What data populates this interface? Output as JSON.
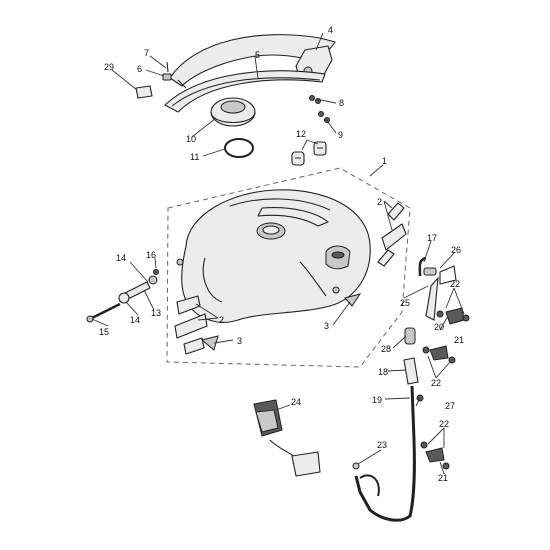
{
  "callouts": [
    {
      "id": "c1",
      "label": "1"
    },
    {
      "id": "c2a",
      "label": "2"
    },
    {
      "id": "c2b",
      "label": "2"
    },
    {
      "id": "c3a",
      "label": "3"
    },
    {
      "id": "c3b",
      "label": "3"
    },
    {
      "id": "c4",
      "label": "4"
    },
    {
      "id": "c5",
      "label": "5"
    },
    {
      "id": "c6",
      "label": "6"
    },
    {
      "id": "c7",
      "label": "7"
    },
    {
      "id": "c8",
      "label": "8"
    },
    {
      "id": "c9",
      "label": "9"
    },
    {
      "id": "c10",
      "label": "10"
    },
    {
      "id": "c11",
      "label": "11"
    },
    {
      "id": "c12",
      "label": "12"
    },
    {
      "id": "c13",
      "label": "13"
    },
    {
      "id": "c14a",
      "label": "14"
    },
    {
      "id": "c14b",
      "label": "14"
    },
    {
      "id": "c15",
      "label": "15"
    },
    {
      "id": "c16",
      "label": "16"
    },
    {
      "id": "c17",
      "label": "17"
    },
    {
      "id": "c18",
      "label": "18"
    },
    {
      "id": "c19",
      "label": "19"
    },
    {
      "id": "c20",
      "label": "20"
    },
    {
      "id": "c21a",
      "label": "21"
    },
    {
      "id": "c21b",
      "label": "21"
    },
    {
      "id": "c22a",
      "label": "22"
    },
    {
      "id": "c22b",
      "label": "22"
    },
    {
      "id": "c22c",
      "label": "22"
    },
    {
      "id": "c23",
      "label": "23"
    },
    {
      "id": "c24",
      "label": "24"
    },
    {
      "id": "c25",
      "label": "25"
    },
    {
      "id": "c26",
      "label": "26"
    },
    {
      "id": "c27",
      "label": "27"
    },
    {
      "id": "c28",
      "label": "28"
    },
    {
      "id": "c29",
      "label": "29"
    }
  ]
}
